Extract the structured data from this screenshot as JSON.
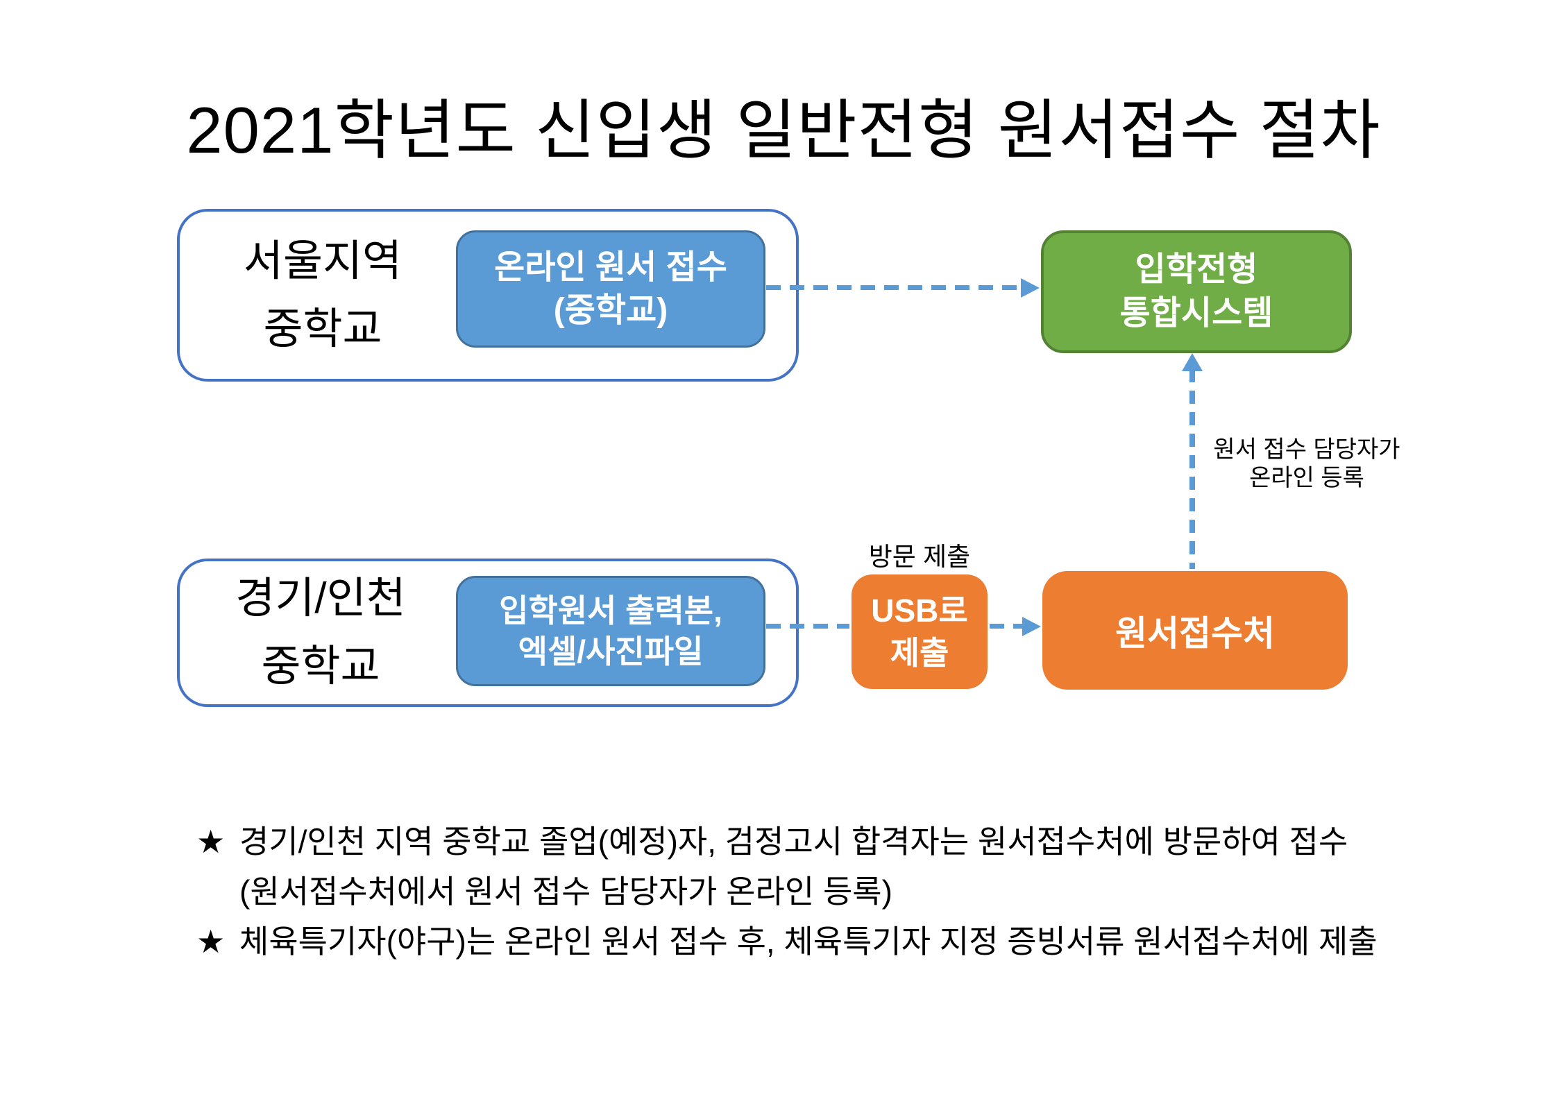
{
  "title": "2021학년도 신입생 일반전형 원서접수 절차",
  "colors": {
    "background": "#FFFFFF",
    "accent_blue": "#5B9BD5",
    "blue_box_border": "#41719C",
    "group_border": "#4472C4",
    "green_fill": "#70AD47",
    "green_border": "#548235",
    "orange_fill": "#ED7D31",
    "text": "#000000",
    "box_text": "#FFFFFF"
  },
  "flow": {
    "seoul_group": {
      "region_line1": "서울지역",
      "region_line2": "중학교",
      "process_line1": "온라인 원서 접수",
      "process_line2": "(중학교)"
    },
    "gyeonggi_group": {
      "region_line1": "경기/인천",
      "region_line2": "중학교",
      "process_line1": "입학원서 출력본,",
      "process_line2": "엑셀/사진파일"
    },
    "admission_system_box": {
      "line1": "입학전형",
      "line2": "통합시스템"
    },
    "usb_submit_box": {
      "line1": "USB로",
      "line2": "제출"
    },
    "visit_submit_caption": "방문 제출",
    "reception_box": {
      "label": "원서접수처"
    },
    "online_registration_label": {
      "line1": "원서 접수 담당자가",
      "line2": "온라인 등록"
    }
  },
  "notes": [
    {
      "bullet": "★",
      "text": "경기/인천 지역 중학교 졸업(예정)자, 검정고시 합격자는 원서접수처에 방문하여 접수"
    },
    {
      "bullet": "",
      "text": "(원서접수처에서 원서 접수 담당자가 온라인 등록)"
    },
    {
      "bullet": "★",
      "text": "체육특기자(야구)는 온라인 원서 접수 후, 체육특기자 지정 증빙서류 원서접수처에 제출"
    }
  ]
}
